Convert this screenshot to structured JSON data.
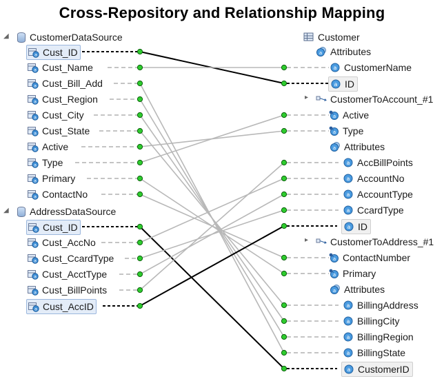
{
  "title": "Cross-Repository and Relationship Mapping",
  "left": {
    "groups": [
      {
        "name": "CustomerDataSource",
        "fields": [
          "Cust_ID",
          "Cust_Name",
          "Cust_Bill_Add",
          "Cust_Region",
          "Cust_City",
          "Cust_State",
          "Active",
          "Type",
          "Primary",
          "ContactNo"
        ]
      },
      {
        "name": "AddressDataSource",
        "fields": [
          "Cust_ID",
          "Cust_AccNo",
          "Cust_CcardType",
          "Cust_AcctType",
          "Cust_BillPoints",
          "Cust_AccID"
        ]
      }
    ]
  },
  "right": {
    "entity": "Customer",
    "attributes_label": "Attributes",
    "customer_attrs": [
      "CustomerName",
      "ID"
    ],
    "rel1": "CustomerToAccount_#1",
    "rel1_props": [
      "Active",
      "Type"
    ],
    "rel1_attrs": [
      "AccBillPoints",
      "AccountNo",
      "AccountType",
      "CcardType",
      "ID"
    ],
    "rel2": "CustomerToAddress_#1",
    "rel2_props": [
      "ContactNumber",
      "Primary"
    ],
    "rel2_attrs": [
      "BillingAddress",
      "BillingCity",
      "BillingRegion",
      "BillingState",
      "CustomerID"
    ]
  },
  "colors": {
    "key_wire": "#000000",
    "normal_wire": "#b8b8b8",
    "node": "#2ecc2e"
  }
}
